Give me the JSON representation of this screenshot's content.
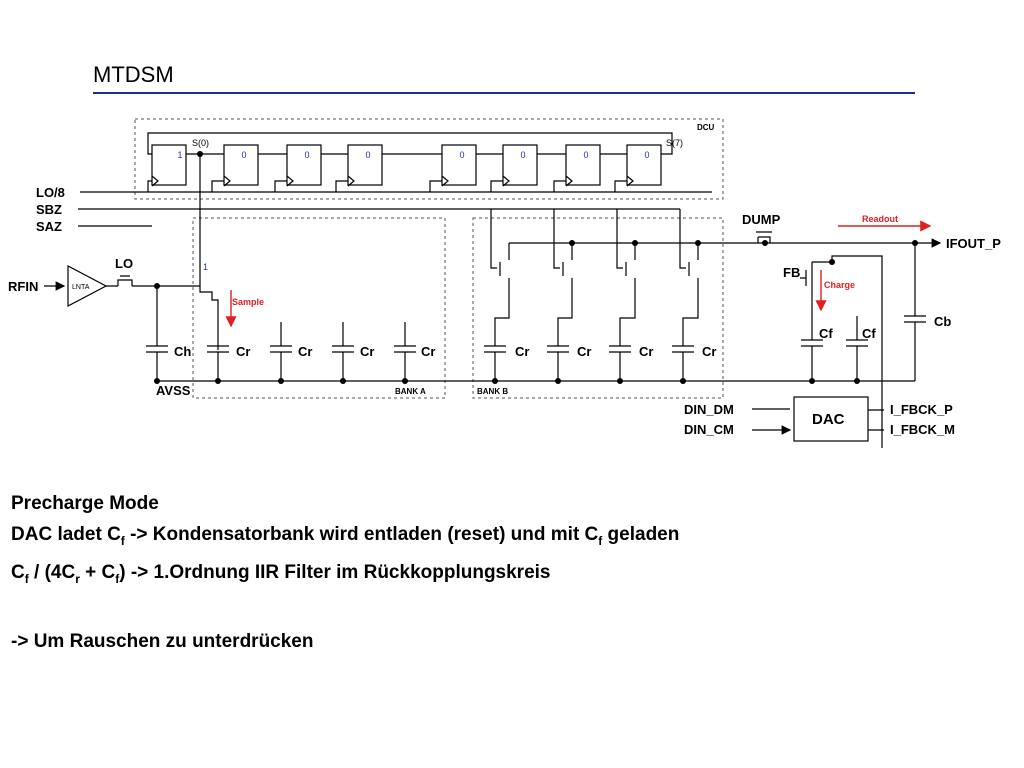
{
  "title": "MTDSM",
  "colors": {
    "rule": "#1f2d8a",
    "annotation": "#e02020",
    "label_blue": "#2233aa"
  },
  "schematic": {
    "signals": {
      "lo8": "LO/8",
      "sbz": "SBZ",
      "saz": "SAZ",
      "rfin": "RFIN",
      "lnta": "LNTA",
      "lo": "LO",
      "avss": "AVSS",
      "dump": "DUMP",
      "ifout": "IFOUT_P",
      "fb": "FB",
      "din_dm": "DIN_DM",
      "din_cm": "DIN_CM",
      "ifb_p": "I_FBCK_P",
      "ifb_m": "I_FBCK_M"
    },
    "blocks": {
      "dcu": "DCU",
      "bank_a": "BANK A",
      "bank_b": "BANK B",
      "dac": "DAC"
    },
    "capacitors": {
      "ch": "Ch",
      "cr": "Cr",
      "cf": "Cf",
      "cb": "Cb"
    },
    "shift_register": {
      "s0": "S(0)",
      "s7": "S(7)",
      "initial": [
        "1",
        "0",
        "0",
        "0",
        "0",
        "0",
        "0",
        "0"
      ]
    },
    "node_label_1": "1",
    "annotations": {
      "sample": "Sample",
      "charge": "Charge",
      "readout": "Readout"
    }
  },
  "notes": {
    "line1": "Precharge Mode",
    "line2": {
      "a": "DAC ladet C",
      "a_sub": "f",
      "b": "  -> Kondensatorbank wird entladen (reset) und mit C",
      "b_sub": "f",
      "c": "  geladen"
    },
    "line3": {
      "a": "C",
      "a_sub": "f",
      "b": " / (4C",
      "b_sub": "r",
      "c": " + C",
      "c_sub": "f",
      "d": ")  -> 1.Ordnung IIR Filter im Rückkopplungskreis"
    },
    "line4": "-> Um Rauschen zu unterdrücken"
  }
}
